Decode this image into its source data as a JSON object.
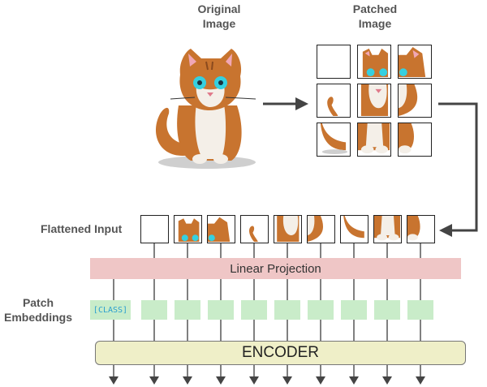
{
  "labels": {
    "original": "Original\nImage",
    "patched": "Patched\nImage",
    "flattened": "Flattened Input",
    "patch_embeddings": "Patch\nEmbeddings",
    "linear_projection": "Linear Projection",
    "class_token": "[CLASS]",
    "encoder": "ENCODER"
  },
  "colors": {
    "projection": "#efc6c6",
    "embedding": "#c9ecc9",
    "encoder": "#efefc8",
    "cat_fur": "#c8742f",
    "cat_eye": "#35d0e0"
  }
}
